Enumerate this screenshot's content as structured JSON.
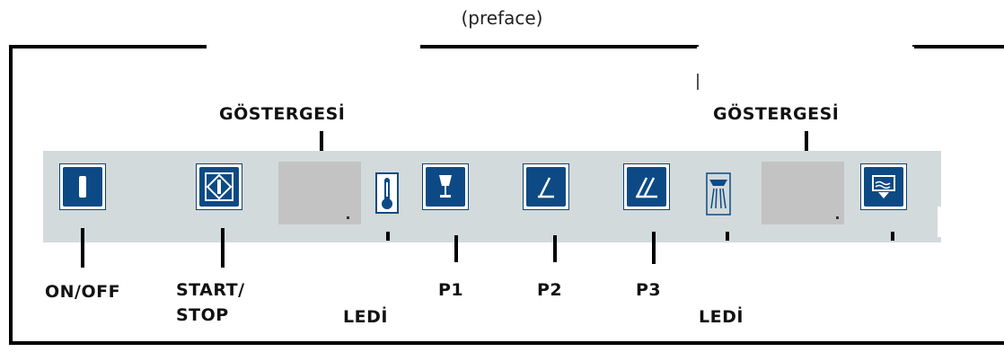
{
  "caption": "(preface)",
  "labels": {
    "gostergesi_left": "GÖSTERGESİ",
    "gostergesi_right": "GÖSTERGESİ",
    "on_off": "ON/OFF",
    "start_line1": "START/",
    "start_line2": "STOP",
    "ledi_left": "LEDİ",
    "p1": "P1",
    "p2": "P2",
    "p3": "P3",
    "ledi_right": "LEDİ"
  },
  "icons": {
    "on_off": "power-icon",
    "start_stop": "start-stop-icon",
    "temperature": "thermometer-icon",
    "p1": "glass-icon",
    "p2": "single-stroke-icon",
    "p3": "double-stroke-icon",
    "rinse": "spray-icon",
    "drain": "drain-icon"
  },
  "colors": {
    "button_blue": "#0d4a85",
    "panel_gray": "#d3dadb",
    "display_gray": "#c3c3c3"
  }
}
